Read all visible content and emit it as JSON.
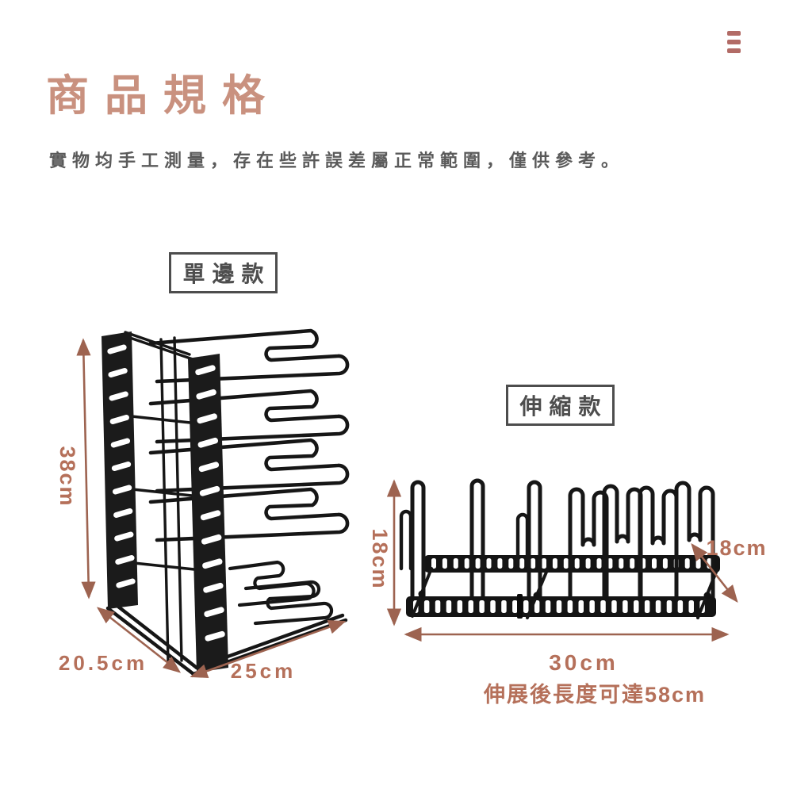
{
  "header": {
    "title": "商品規格",
    "subtitle": "實物均手工測量，存在些許誤差屬正常範圍，僅供參考。"
  },
  "menu": {
    "icon": "hamburger-menu-icon"
  },
  "colors": {
    "title_accent": "#c9917f",
    "dimension_text": "#b5705a",
    "arrow": "#9d6350",
    "label_text": "#4d4d4d",
    "rack_black": "#161616",
    "background": "#ffffff"
  },
  "figures": {
    "single_side": {
      "label": "單邊款",
      "height": "38cm",
      "depth": "20.5cm",
      "width": "25cm"
    },
    "telescopic": {
      "label": "伸縮款",
      "height": "18cm",
      "depth": "18cm",
      "width": "30cm",
      "extended_note": "伸展後長度可達58cm"
    }
  }
}
